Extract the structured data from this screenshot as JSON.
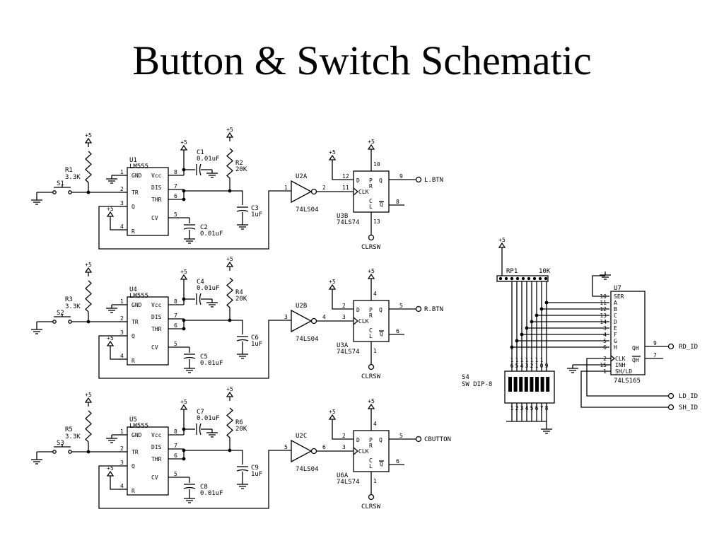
{
  "title": "Button & Switch Schematic",
  "rows": [
    {
      "switch": "S1",
      "r_top": "R1",
      "r_top_val": "3.3K",
      "timer": "U1",
      "timer_part": "LM555",
      "cap_a": "C1",
      "cap_a_val": "0.01uF",
      "r_mid": "R2",
      "r_mid_val": "20K",
      "cap_b": "C2",
      "cap_b_val": "0.01uF",
      "cap_c": "C3",
      "cap_c_val": "1uF",
      "inv": "U2A",
      "inv_part": "74LS04",
      "inv_in": "1",
      "inv_out": "2",
      "ff": "U3B",
      "ff_part": "74LS74",
      "ff_d": "12",
      "ff_clk": "11",
      "ff_q": "9",
      "ff_qn": "8",
      "ff_pr": "10",
      "ff_clr": "13",
      "out": "L.BTN",
      "clr": "CLRSW"
    },
    {
      "switch": "S2",
      "r_top": "R3",
      "r_top_val": "3.3K",
      "timer": "U4",
      "timer_part": "LM555",
      "cap_a": "C4",
      "cap_a_val": "0.01uF",
      "r_mid": "R4",
      "r_mid_val": "20K",
      "cap_b": "C5",
      "cap_b_val": "0.01uF",
      "cap_c": "C6",
      "cap_c_val": "1uF",
      "inv": "U2B",
      "inv_part": "74LS04",
      "inv_in": "3",
      "inv_out": "4",
      "ff": "U3A",
      "ff_part": "74LS74",
      "ff_d": "2",
      "ff_clk": "3",
      "ff_q": "5",
      "ff_qn": "6",
      "ff_pr": "4",
      "ff_clr": "1",
      "out": "R.BTN",
      "clr": "CLRSW"
    },
    {
      "switch": "S3",
      "r_top": "R5",
      "r_top_val": "3.3K",
      "timer": "U5",
      "timer_part": "LM555",
      "cap_a": "C7",
      "cap_a_val": "0.01uF",
      "r_mid": "R6",
      "r_mid_val": "20K",
      "cap_b": "C8",
      "cap_b_val": "0.01uF",
      "cap_c": "C9",
      "cap_c_val": "1uF",
      "inv": "U2C",
      "inv_part": "74LS04",
      "inv_in": "5",
      "inv_out": "6",
      "ff": "U6A",
      "ff_part": "74LS74",
      "ff_d": "2",
      "ff_clk": "3",
      "ff_q": "5",
      "ff_qn": "6",
      "ff_pr": "4",
      "ff_clr": "1",
      "out": "CBUTTON",
      "clr": "CLRSW"
    }
  ],
  "timer_pins": {
    "gnd": "GND",
    "vcc": "Vcc",
    "tr": "TR",
    "dis": "DIS",
    "q": "Q",
    "thr": "THR",
    "cv": "CV",
    "r": "R",
    "p1": "1",
    "p2": "2",
    "p3": "3",
    "p4": "4",
    "p5": "5",
    "p6": "6",
    "p7": "7",
    "p8": "8"
  },
  "ff_pins": {
    "d": "D",
    "clk": "CLK",
    "q": "Q",
    "qn": "Q",
    "p": "P",
    "r": "R",
    "c": "C",
    "l": "L"
  },
  "supply": "+5",
  "dip": {
    "rp_label": "RP1",
    "rp_val": "10K",
    "sw_label": "S4",
    "sw_part": "SW DIP-8",
    "top_pins": [
      "1\n6",
      "1\n5",
      "1\n4",
      "1\n3",
      "1\n2",
      "1\n1",
      "1\n0",
      "9"
    ],
    "bottom_pins": [
      "1",
      "2",
      "3",
      "4",
      "5",
      "6",
      "7",
      "8"
    ]
  },
  "shift": {
    "ref": "U7",
    "part": "74LS165",
    "left_pins": [
      "10",
      "11",
      "12",
      "13",
      "14",
      "3",
      "4",
      "5",
      "6"
    ],
    "left_names": [
      "SER",
      "A",
      "B",
      "C",
      "D",
      "E",
      "F",
      "G",
      "H"
    ],
    "ctrl_pins": [
      "2",
      "15",
      "1"
    ],
    "ctrl_names": [
      "CLK",
      "INH",
      "SH/LD"
    ],
    "qh": "QH",
    "qhn": "QH",
    "qh_pin": "9",
    "qhn_pin": "7",
    "out_rd": "RD_ID",
    "out_ld": "LD_ID",
    "out_sh": "SH_ID"
  }
}
